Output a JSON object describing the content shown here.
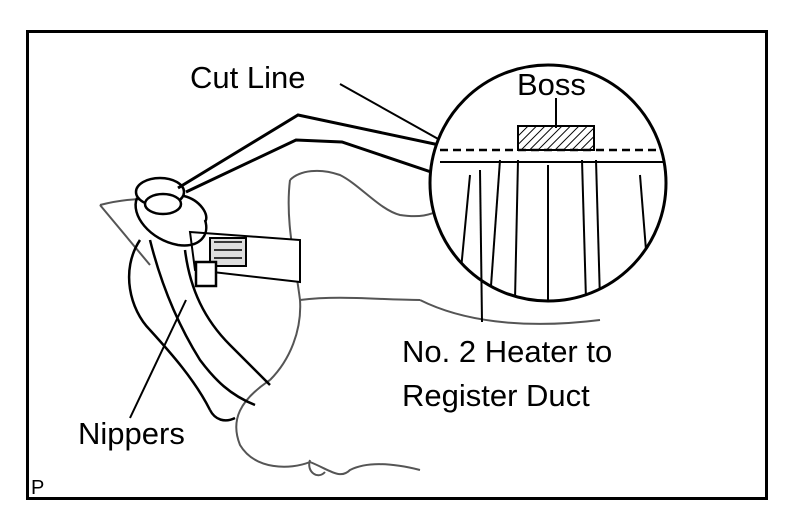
{
  "diagram": {
    "labels": {
      "cut_line": "Cut Line",
      "boss": "Boss",
      "duct_line1": "No. 2 Heater to",
      "duct_line2": "Register Duct",
      "nippers": "Nippers",
      "code": "P"
    },
    "colors": {
      "line": "#000000",
      "light_line": "#555555",
      "background": "#ffffff"
    }
  }
}
